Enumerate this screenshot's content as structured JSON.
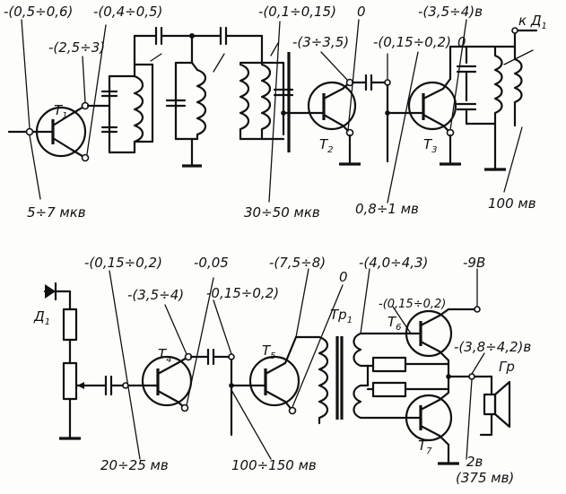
{
  "labels": {
    "v_in_base": "-(0,5÷0,6)",
    "v_t1_emitter": "-(0,4÷0,5)",
    "v_t1_collector": "-(2,5÷3)",
    "v_t2_base": "-(0,1÷0,15)",
    "v_t2_collector": "-(3÷3,5)",
    "v_t2_emitter": "0",
    "v_t3_base": "-(0,15÷0,2)",
    "v_t3_emitter": "0",
    "v_t3_collector": "-(3,5÷4)в",
    "to_d1": "к Д",
    "to_d1_sub": "1",
    "sig_in": "5÷7 мкв",
    "sig_t2": "30÷50 мкв",
    "sig_t3": "0,8÷1 мв",
    "sig_out_top": "100 мв",
    "v_t4_base": "-(0,15÷0,2)",
    "v_t4_emitter": "-0,05",
    "v_t4_collector": "-(3,5÷4)",
    "v_t5_base": "-0,15÷0,2)",
    "v_t5_collector": "-(7,5÷8)",
    "v_t5_emitter": "0",
    "v_tr1_sec": "-(4,0÷4,3)",
    "v_t6_base": "-(0,15÷0,2)",
    "v_supply": "-9В",
    "v_midpoint": "-(3,8÷4,2)в",
    "sig_t4": "20÷25 мв",
    "sig_t5": "100÷150 мв",
    "sig_out": "2в",
    "sig_out_mv": "(375 мв)"
  },
  "components": {
    "t1": "T",
    "t1_sub": "1",
    "t2": "T",
    "t2_sub": "2",
    "t3": "T",
    "t3_sub": "3",
    "t4": "T",
    "t4_sub": "4",
    "t5": "T",
    "t5_sub": "5",
    "t6": "T",
    "t6_sub": "6",
    "t7": "T",
    "t7_sub": "7",
    "d1": "Д",
    "d1_sub": "1",
    "tr1": "Тр",
    "tr1_sub": "1",
    "speaker": "Гр"
  }
}
